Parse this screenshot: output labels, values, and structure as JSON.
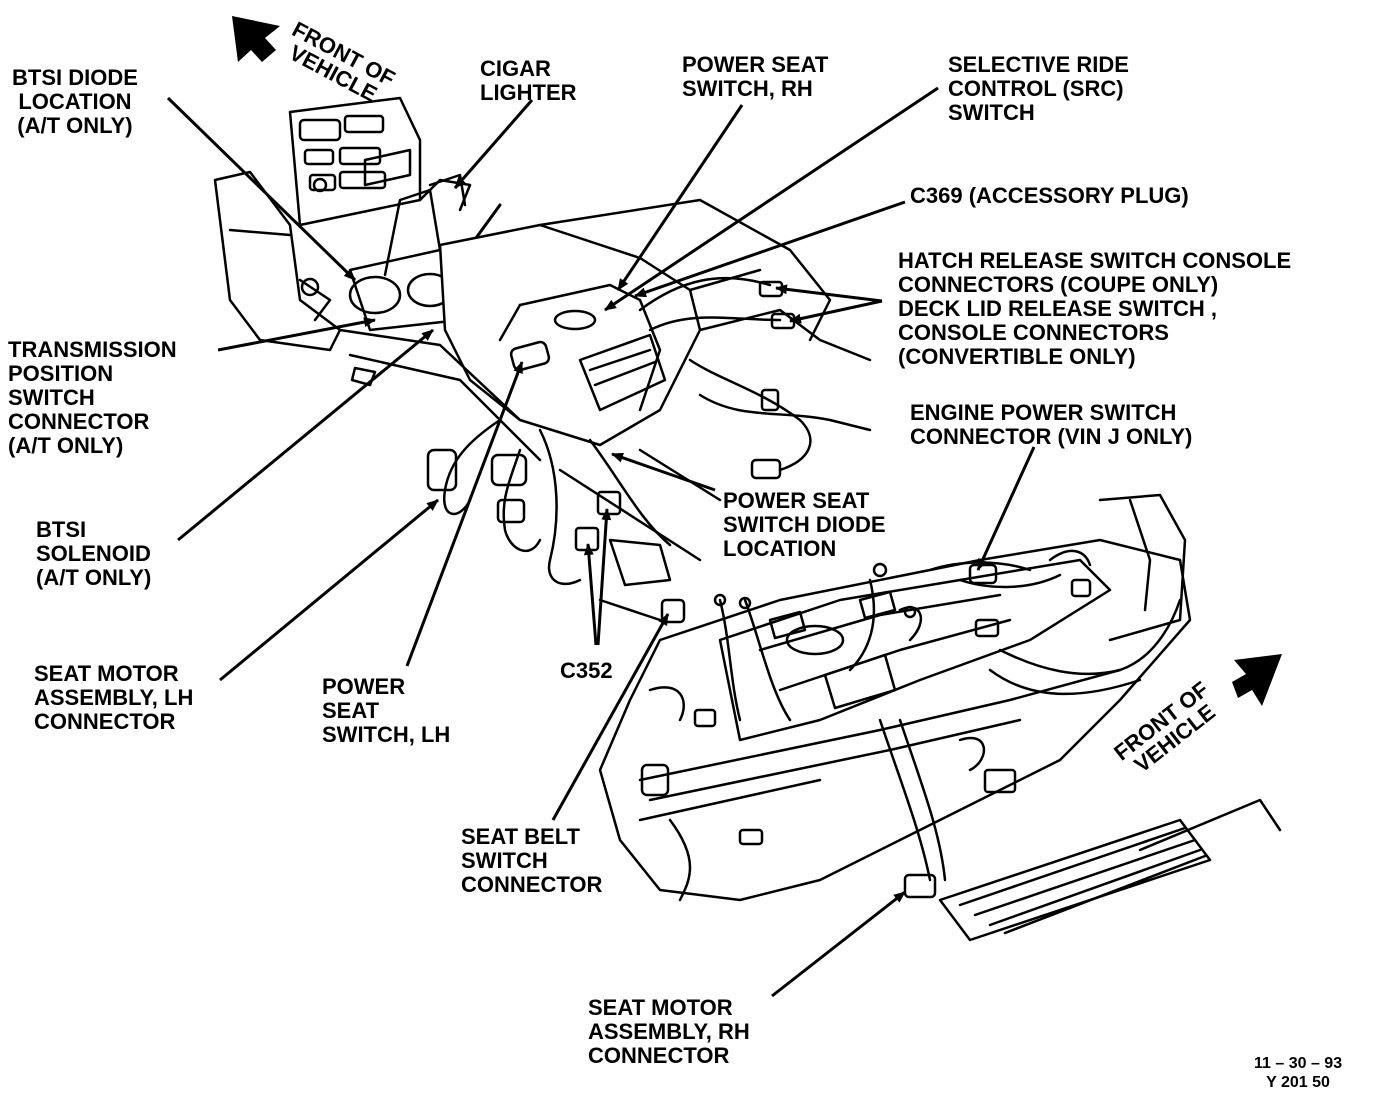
{
  "labels": {
    "btsi_diode": [
      "BTSI DIODE",
      "LOCATION",
      "(A/T ONLY)"
    ],
    "cigar_lighter": [
      "CIGAR",
      "LIGHTER"
    ],
    "power_seat_rh": [
      "POWER SEAT",
      "SWITCH, RH"
    ],
    "src_switch": [
      "SELECTIVE RIDE",
      "CONTROL (SRC)",
      "SWITCH"
    ],
    "c369": [
      "C369 (ACCESSORY PLUG)"
    ],
    "hatch_release": [
      "HATCH RELEASE SWITCH CONSOLE",
      "CONNECTORS (COUPE ONLY)",
      "DECK LID RELEASE SWITCH ,",
      "CONSOLE CONNECTORS",
      "(CONVERTIBLE ONLY)"
    ],
    "transmission_position": [
      "TRANSMISSION",
      "POSITION",
      "SWITCH",
      "CONNECTOR",
      "(A/T ONLY)"
    ],
    "engine_power": [
      "ENGINE POWER SWITCH",
      "CONNECTOR (VIN J ONLY)"
    ],
    "power_seat_diode": [
      "POWER SEAT",
      "SWITCH DIODE",
      "LOCATION"
    ],
    "btsi_solenoid": [
      "BTSI",
      "SOLENOID",
      "(A/T ONLY)"
    ],
    "seat_motor_lh": [
      "SEAT MOTOR",
      "ASSEMBLY, LH",
      "CONNECTOR"
    ],
    "power_seat_lh": [
      "POWER",
      "SEAT",
      "SWITCH, LH"
    ],
    "c352": [
      "C352"
    ],
    "seat_belt": [
      "SEAT BELT",
      "SWITCH",
      "CONNECTOR"
    ],
    "seat_motor_rh": [
      "SEAT MOTOR",
      "ASSEMBLY, RH",
      "CONNECTOR"
    ]
  },
  "front_of_vehicle_top": [
    "FRONT OF",
    "VEHICLE"
  ],
  "front_of_vehicle_bottom": [
    "FRONT OF",
    "VEHICLE"
  ],
  "figure_code": [
    "11 – 30 – 93",
    "Y 201 50"
  ],
  "colors": {
    "ink": "#000000",
    "paper": "#ffffff"
  }
}
